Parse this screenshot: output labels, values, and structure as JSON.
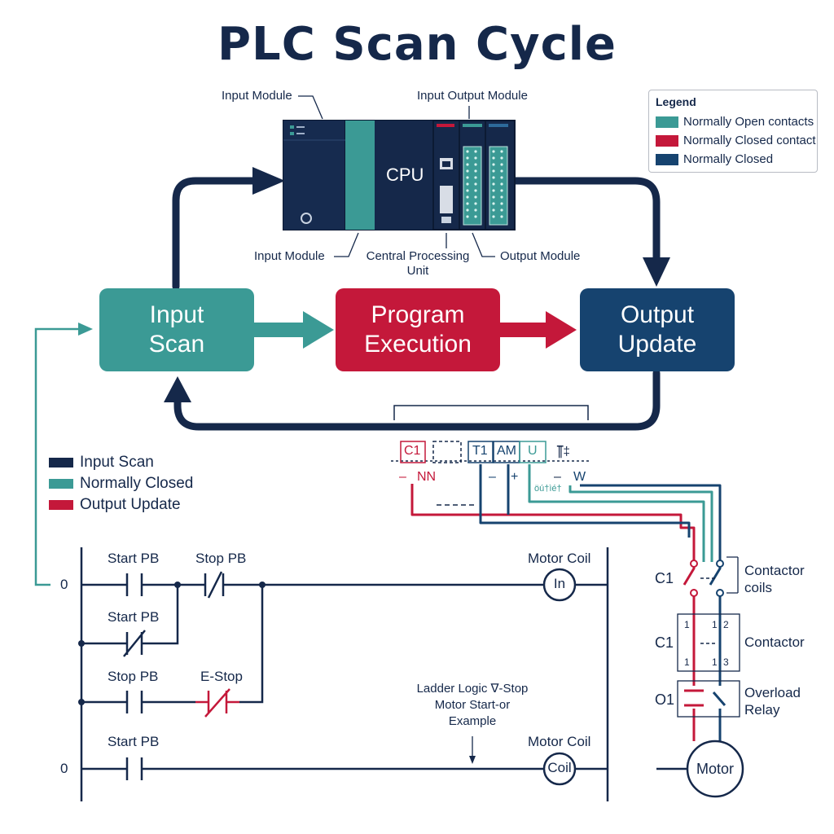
{
  "title": "PLC Scan Cycle",
  "colors": {
    "navy": "#15284a",
    "teal": "#3b9a95",
    "red": "#c4183a",
    "blue": "#16436f"
  },
  "plc": {
    "cpu_label": "CPU",
    "callouts": {
      "input_module_top": "Input Module",
      "io_module": "Input Output Module",
      "input_module_bottom": "Input Module",
      "cpu_unit": "Central Processing\nUnit",
      "output_module": "Output Module"
    }
  },
  "stages": [
    {
      "label": "Input\nScan",
      "color": "#3b9a95"
    },
    {
      "label": "Program\nExecution",
      "color": "#c4183a"
    },
    {
      "label": "Output\nUpdate",
      "color": "#16436f"
    }
  ],
  "legend": {
    "title": "Legend",
    "items": [
      {
        "label": "Normally Open contacts",
        "color": "#3b9a95"
      },
      {
        "label": "Normally Closed contact",
        "color": "#c4183a"
      },
      {
        "label": "Normally Closed",
        "color": "#16436f"
      }
    ]
  },
  "color_key": [
    {
      "label": "Input Scan",
      "color": "#15284a"
    },
    {
      "label": "Normally Closed",
      "color": "#3b9a95"
    },
    {
      "label": "Output Update",
      "color": "#c4183a"
    }
  ],
  "terminal_block": {
    "cells": [
      "C1",
      "",
      "T1",
      "AM",
      "U",
      "∥̅‡"
    ],
    "under": [
      "–",
      "NN",
      "–",
      "+",
      "öú†ìé†",
      "–",
      "W"
    ]
  },
  "ladder": {
    "rung_numbers": [
      "0",
      "0"
    ],
    "labels": {
      "start_pb_1": "Start PB",
      "stop_pb_1": "Stop PB",
      "motor_coil_1": "Motor Coil",
      "start_pb_2": "Start PB",
      "stop_pb_3": "Stop PB",
      "e_stop": "E-Stop",
      "start_pb_4": "Start PB",
      "motor_coil_2": "Motor Coil"
    },
    "coil_1": "In",
    "coil_2": "Coil",
    "note": "Ladder Logic ∇-Stop\nMotor Start-or\nExample"
  },
  "power_circuit": {
    "c1_top": "C1",
    "contactor_coils": "Contactor\ncoils",
    "c1_mid": "C1",
    "contactor": "Contactor",
    "terminals": [
      "1",
      "1",
      "2",
      "1",
      "1",
      "3"
    ],
    "o1": "O1",
    "overload_relay": "Overload\nRelay",
    "motor": "Motor"
  }
}
